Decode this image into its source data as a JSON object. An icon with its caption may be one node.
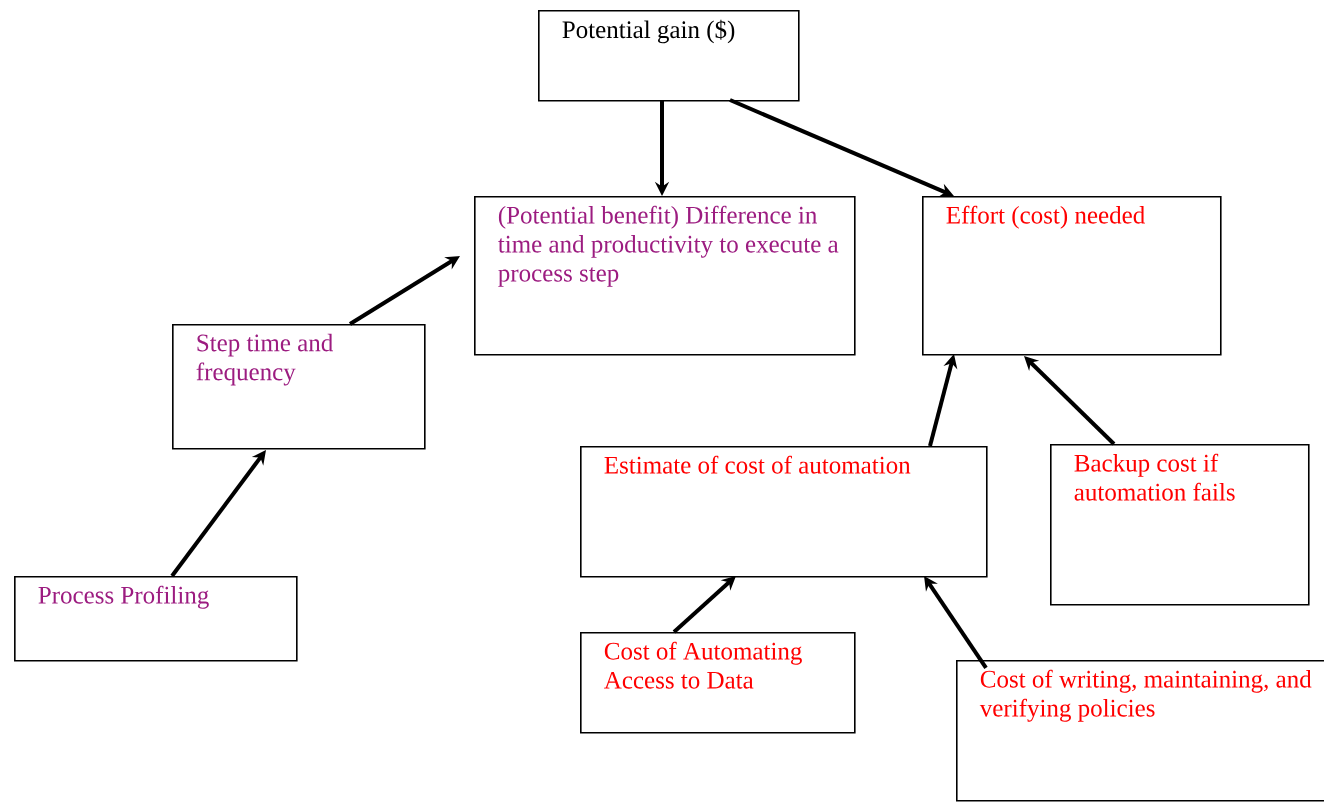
{
  "diagram": {
    "nodes": [
      {
        "text": [
          "Potential gain ($)"
        ]
      },
      {
        "text": [
          "(Potential benefit) Difference in time and productivity to execute a process step"
        ]
      },
      {
        "text": [
          "Effort (cost) needed"
        ]
      },
      {
        "text": [
          "Step time and frequency"
        ]
      },
      {
        "text": [
          "Estimate of cost of automation"
        ]
      },
      {
        "text": [
          "Backup cost if automation fails"
        ]
      },
      {
        "text": [
          "Process Profiling"
        ]
      },
      {
        "text": [
          "Cost of Automating Access to Data"
        ]
      },
      {
        "text": [
          "Cost of writing, maintaining, and verifying policies"
        ]
      }
    ],
    "edges": [
      {
        "from": 0,
        "to": 1,
        "arrow": "to"
      },
      {
        "from": 0,
        "to": 2,
        "arrow": "to"
      },
      {
        "from": 3,
        "to": 1,
        "arrow": "to"
      },
      {
        "from": 6,
        "to": 3,
        "arrow": "to"
      },
      {
        "from": 4,
        "to": 2,
        "arrow": "to"
      },
      {
        "from": 5,
        "to": 2,
        "arrow": "to"
      },
      {
        "from": 7,
        "to": 4,
        "arrow": "to"
      },
      {
        "from": 8,
        "to": 4,
        "arrow": "to"
      }
    ]
  }
}
